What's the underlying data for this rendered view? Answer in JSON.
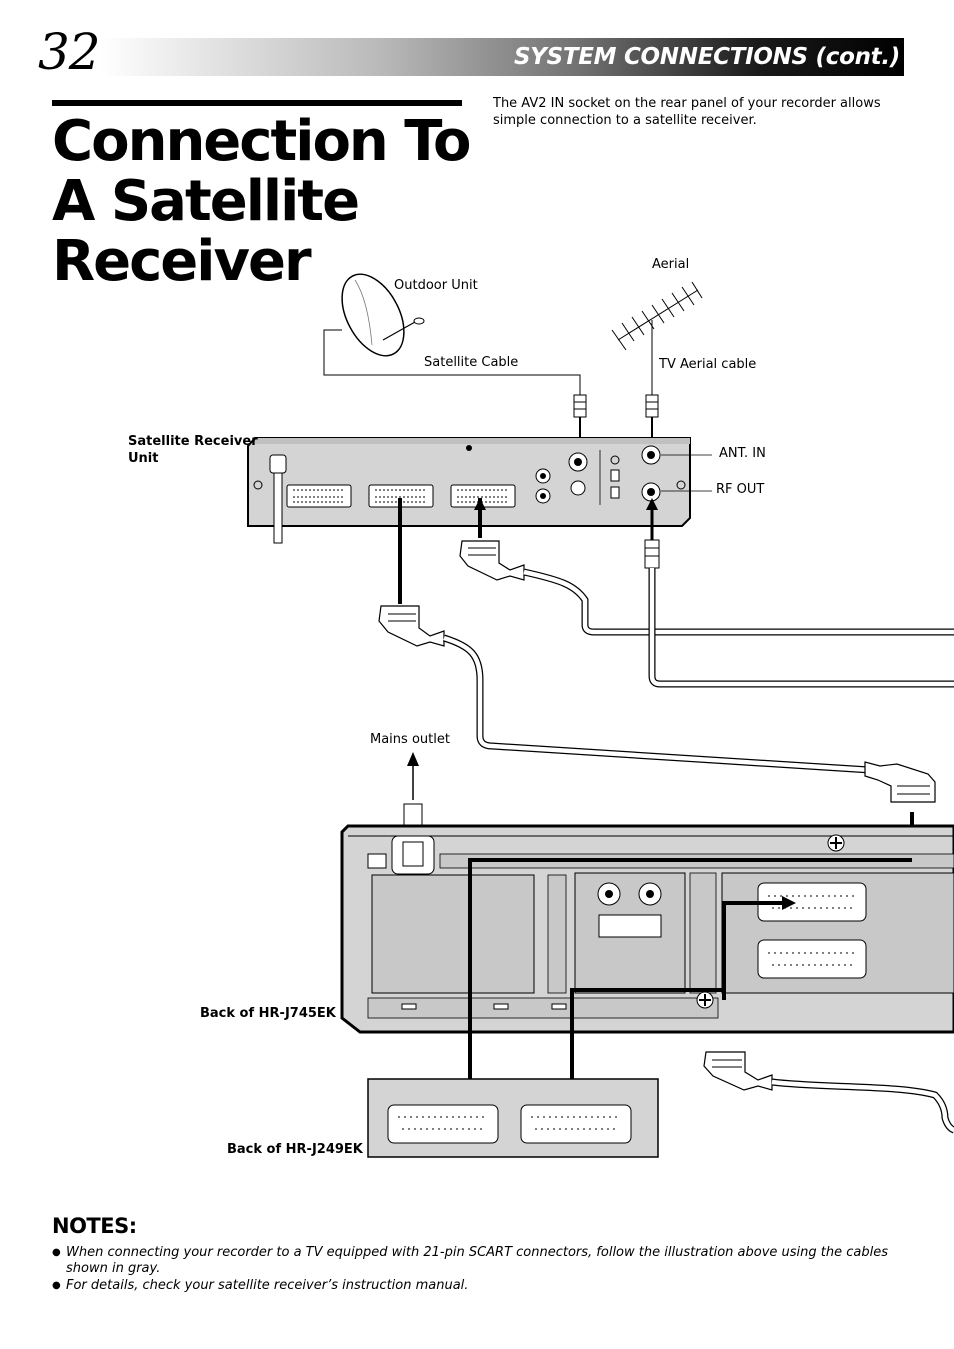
{
  "header": {
    "page_number": "32",
    "section_title": "SYSTEM CONNECTIONS (cont.)"
  },
  "title": "Connection To A Satellite Receiver",
  "intro_text": "The AV2 IN socket on the rear panel of your recorder allows simple connection to a satellite receiver.",
  "diagram": {
    "labels": {
      "outdoor_unit": "Outdoor Unit",
      "aerial": "Aerial",
      "satellite_cable": "Satellite Cable",
      "tv_aerial_cable": "TV Aerial cable",
      "satellite_receiver_unit_line1": "Satellite Receiver",
      "satellite_receiver_unit_line2": "Unit",
      "ant_in": "ANT. IN",
      "rf_out": "RF OUT",
      "mains_outlet": "Mains outlet",
      "back_hr_j745ek": "Back of HR-J745EK",
      "back_hr_j249ek": "Back of HR-J249EK"
    }
  },
  "notes": {
    "heading": "NOTES:",
    "items": [
      "When connecting your recorder to a TV equipped with 21-pin SCART connectors, follow the illustration above using the cables shown in gray.",
      "For details, check your satellite receiver’s instruction manual."
    ]
  }
}
